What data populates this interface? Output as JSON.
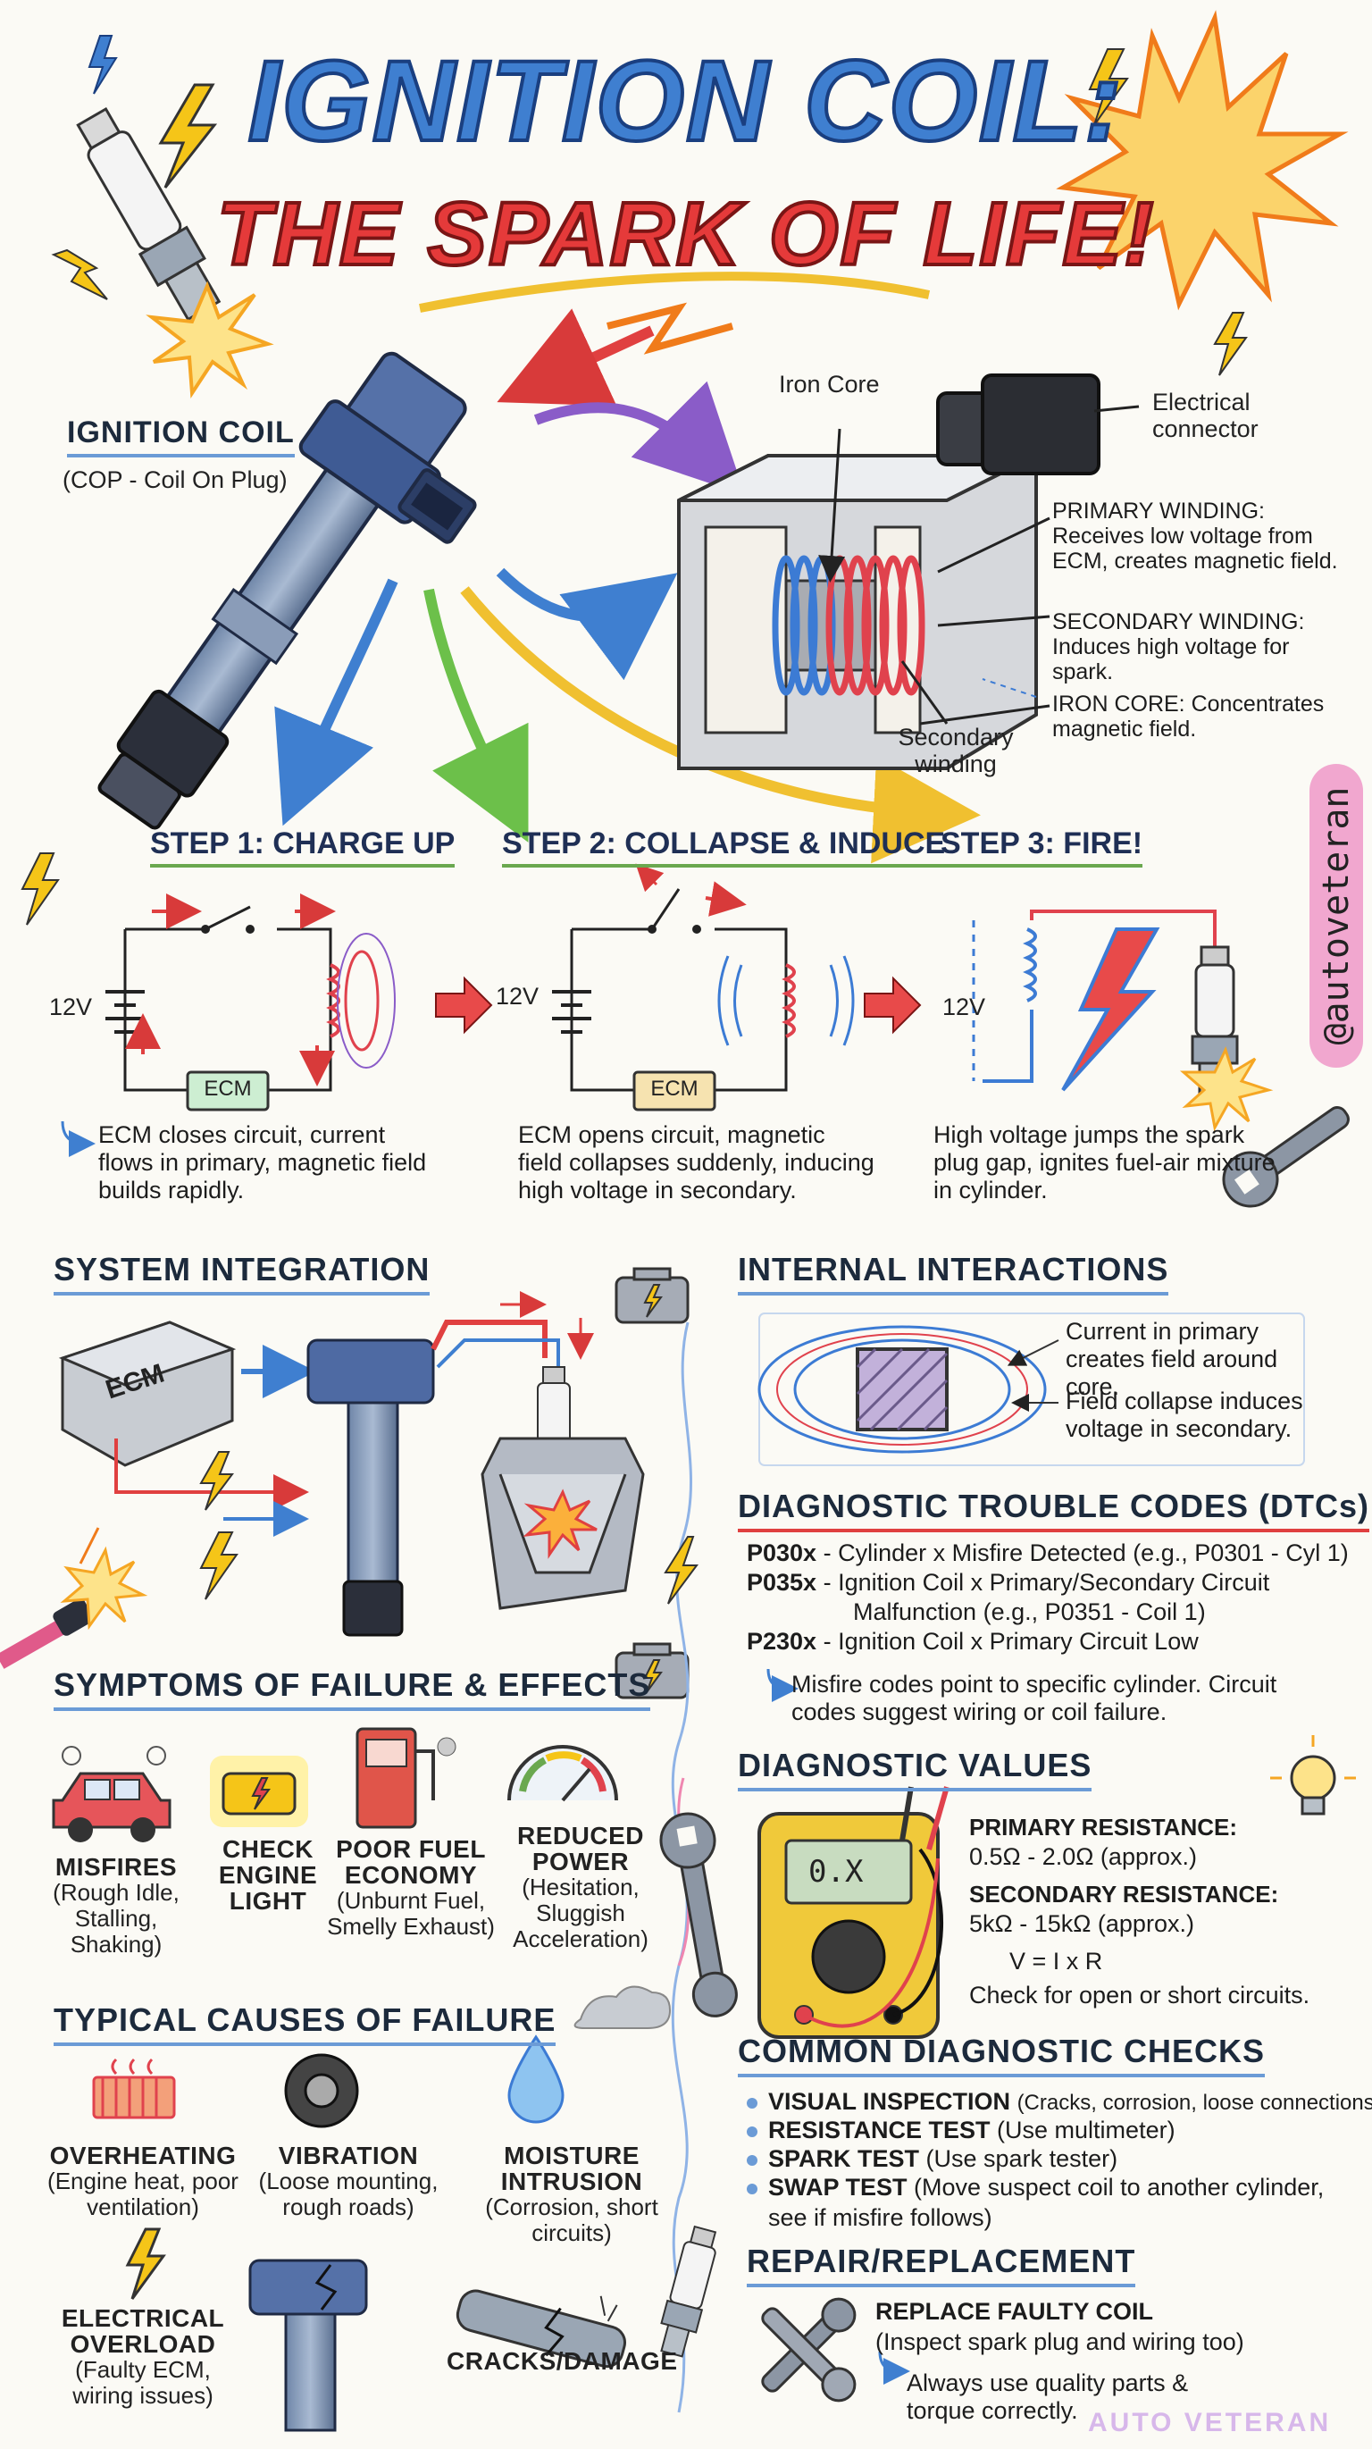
{
  "title": {
    "line1": "IGNITION COIL:",
    "line2": "THE SPARK OF LIFE!"
  },
  "coil": {
    "heading": "IGNITION COIL",
    "subtitle": "(COP - Coil On Plug)"
  },
  "cutaway": {
    "iron_core_label": "Iron Core",
    "connector_label": "Electrical connector",
    "secondary_label": "Secondary winding",
    "primary_desc": "PRIMARY WINDING: Receives low voltage from ECM, creates magnetic field.",
    "secondary_desc": "SECONDARY WINDING: Induces high voltage for spark.",
    "core_desc": "IRON CORE: Concentrates magnetic field."
  },
  "steps": [
    {
      "title": "STEP 1: CHARGE UP",
      "voltage": "12V",
      "ecm": "ECM",
      "desc": "ECM closes circuit, current flows in primary, magnetic field builds rapidly."
    },
    {
      "title": "STEP 2: COLLAPSE & INDUCE",
      "voltage": "12V",
      "ecm": "ECM",
      "desc": "ECM opens circuit, magnetic field collapses suddenly, inducing high voltage in secondary."
    },
    {
      "title": "STEP 3: FIRE!",
      "voltage": "12V",
      "desc": "High voltage jumps the spark plug gap, ignites fuel-air mixture in cylinder."
    }
  ],
  "integration": {
    "heading": "SYSTEM INTEGRATION",
    "ecm": "ECM"
  },
  "internal": {
    "heading": "INTERNAL INTERACTIONS",
    "line1": "Current in primary creates field around core.",
    "line2": "Field collapse induces voltage in secondary."
  },
  "dtc": {
    "heading": "DIAGNOSTIC TROUBLE CODES (DTCs)",
    "codes": [
      {
        "code": "P030x",
        "desc": "- Cylinder x Misfire Detected (e.g., P0301 - Cyl 1)"
      },
      {
        "code": "P035x",
        "desc": "- Ignition Coil x Primary/Secondary Circuit",
        "desc2": "Malfunction (e.g., P0351 - Coil 1)"
      },
      {
        "code": "P230x",
        "desc": "- Ignition Coil x Primary Circuit Low"
      }
    ],
    "note": "Misfire codes point to specific cylinder. Circuit codes suggest wiring or coil failure."
  },
  "symptoms": {
    "heading": "SYMPTOMS OF FAILURE & EFFECTS",
    "items": [
      {
        "title": "MISFIRES",
        "desc": "(Rough Idle, Stalling, Shaking)",
        "icon": "car-icon"
      },
      {
        "title": "CHECK ENGINE LIGHT",
        "desc": "",
        "icon": "check-engine-icon"
      },
      {
        "title": "POOR FUEL ECONOMY",
        "desc": "(Unburnt Fuel, Smelly Exhaust)",
        "icon": "fuel-pump-icon"
      },
      {
        "title": "REDUCED POWER",
        "desc": "(Hesitation, Sluggish Acceleration)",
        "icon": "gauge-icon"
      }
    ]
  },
  "values": {
    "heading": "DIAGNOSTIC VALUES",
    "meter_display": "0.X",
    "primary_title": "PRIMARY RESISTANCE:",
    "primary_value": "0.5Ω - 2.0Ω (approx.)",
    "secondary_title": "SECONDARY RESISTANCE:",
    "secondary_value": "5kΩ - 15kΩ (approx.)",
    "formula": "V = I x R",
    "note": "Check for open or short circuits."
  },
  "causes": {
    "heading": "TYPICAL CAUSES OF FAILURE",
    "items": [
      {
        "title": "OVERHEATING",
        "desc": "(Engine heat, poor ventilation)",
        "icon": "heat-icon"
      },
      {
        "title": "VIBRATION",
        "desc": "(Loose mounting, rough roads)",
        "icon": "tire-icon"
      },
      {
        "title": "MOISTURE INTRUSION",
        "desc": "(Corrosion, short circuits)",
        "icon": "water-drop-icon"
      },
      {
        "title": "ELECTRICAL OVERLOAD",
        "desc": "(Faulty ECM, wiring issues)",
        "icon": "lightning-icon"
      },
      {
        "title": "CRACKS/DAMAGE",
        "desc": "",
        "icon": "cracked-tube-icon"
      }
    ]
  },
  "checks": {
    "heading": "COMMON DIAGNOSTIC CHECKS",
    "items": [
      {
        "title": "VISUAL INSPECTION",
        "desc": "(Cracks, corrosion, loose connections)"
      },
      {
        "title": "RESISTANCE TEST",
        "desc": "(Use multimeter)"
      },
      {
        "title": "SPARK TEST",
        "desc": "(Use spark tester)"
      },
      {
        "title": "SWAP TEST",
        "desc": "(Move suspect coil to another cylinder, see if misfire follows)"
      }
    ]
  },
  "repair": {
    "heading": "REPAIR/REPLACEMENT",
    "line1": "REPLACE FAULTY COIL",
    "line2": "(Inspect spark plug and wiring too)",
    "note": "Always use quality parts & torque correctly."
  },
  "handle": "@autoveteran",
  "watermark": "AUTO VETERAN",
  "colors": {
    "primary_blue": "#3f7fd0",
    "accent_red": "#e53a3a",
    "winding_red": "#e0424d",
    "winding_blue": "#3c7bd4",
    "spark_yellow": "#f5c518",
    "tag_pink": "#f1a7cf"
  }
}
